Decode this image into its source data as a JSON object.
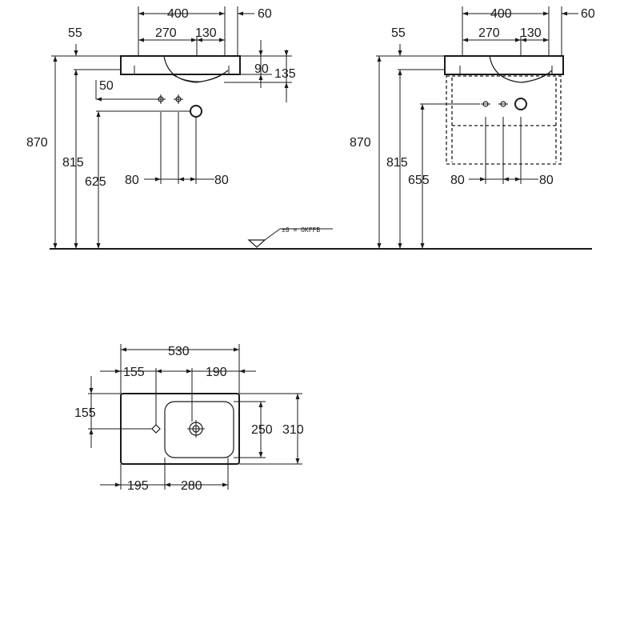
{
  "front_view_wall_mount": {
    "overall_width": "400",
    "offset_right": "60",
    "left_part": "270",
    "right_part": "130",
    "left_edge": "55",
    "rim_depth": "90",
    "bowl_depth": "135",
    "tap_offset": "50",
    "total_height": "870",
    "rim_height": "815",
    "outlet_height": "625",
    "spacing_left": "80",
    "spacing_right": "80"
  },
  "front_view_cabinet": {
    "overall_width": "400",
    "offset_right": "60",
    "left_part": "270",
    "right_part": "130",
    "left_edge": "55",
    "total_height": "870",
    "rim_height": "815",
    "outlet_height": "655",
    "spacing_left": "80",
    "spacing_right": "80"
  },
  "floor_label": "±0 = OKFFB",
  "top_view": {
    "overall_width": "530",
    "tap_offset_x": "155",
    "bowl_offset": "190",
    "tap_offset_y": "155",
    "bowl_depth": "250",
    "overall_depth": "310",
    "left_to_bowl": "195",
    "bowl_width": "280"
  }
}
